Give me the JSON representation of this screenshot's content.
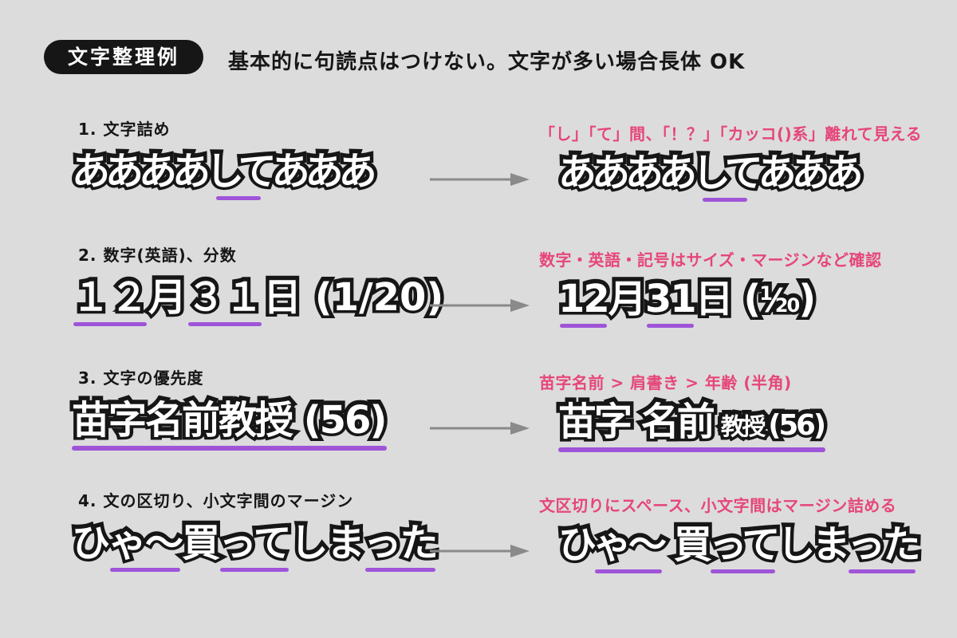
{
  "colors": {
    "background": "#dcdcdc",
    "text_black": "#161616",
    "pink": "#e64679",
    "purple": "#9f54d8",
    "arrow_gray": "#8a8a8a",
    "outline_fill_white": "#ffffff"
  },
  "badge": {
    "label": "文字整理例"
  },
  "header": {
    "note": "基本的に句読点はつけない。文字が多い場合長体 OK"
  },
  "rows": [
    {
      "label": "1. 文字詰め",
      "annotation": "「し」「て」間、「！？」「カッコ()系」離れて見える",
      "before": {
        "p0": "ああああ",
        "p1": "して",
        "p2": "あああ"
      },
      "after": {
        "p0": "ああああ",
        "p1": "して",
        "p2": "あああ"
      }
    },
    {
      "label": "2. 数字(英語)、分数",
      "annotation": "数字・英語・記号はサイズ・マージンなど確認",
      "before": {
        "p0": "１２",
        "p1": "月",
        "p2": "３１",
        "p3": "日 (1/20)"
      },
      "after": {
        "p0": "12",
        "p1": "月",
        "p2": "31",
        "p3": "日 (",
        "frac_num": "1",
        "frac_slash": "⁄",
        "frac_den": "20",
        "p4": ")"
      }
    },
    {
      "label": "3. 文字の優先度",
      "annotation": "苗字名前 > 肩書き > 年齢 (半角)",
      "before": {
        "p0": "苗字名前教授 (56)"
      },
      "after": {
        "p0": "苗字 名前",
        "p1": "教授",
        "p2": "(56)"
      }
    },
    {
      "label": "4. 文の区切り、小文字間のマージン",
      "annotation": "文区切りにスペース、小文字間はマージン詰める",
      "before": {
        "p0": "ひ",
        "p1": "ゃ〜",
        "p2": "買",
        "p3": "って",
        "p4": "しま",
        "p5": "った"
      },
      "after": {
        "p0": "ひ",
        "p1": "ゃ〜",
        "p2": " 買",
        "p3": "って",
        "p4": "しま",
        "p5": "った"
      }
    }
  ]
}
